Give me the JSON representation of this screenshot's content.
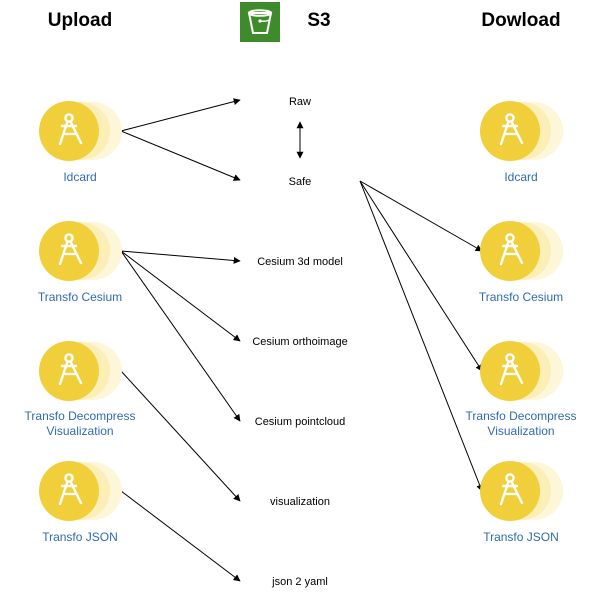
{
  "columns": {
    "upload": "Upload",
    "s3": "S3",
    "download": "Dowload"
  },
  "upload_nodes": [
    "Idcard",
    "Transfo Cesium",
    "Transfo Decompress Visualization",
    "Transfo JSON"
  ],
  "download_nodes": [
    "Idcard",
    "Transfo Cesium",
    "Transfo Decompress Visualization",
    "Transfo JSON"
  ],
  "s3_targets": [
    "Raw",
    "Safe",
    "Cesium 3d model",
    "Cesium orthoimage",
    "Cesium pointcloud",
    "visualization",
    "json 2 yaml"
  ],
  "label_lines": {
    "upload_decompress_1": "Transfo Decompress",
    "upload_decompress_2": "Visualization",
    "download_decompress_1": "Transfo Decompress",
    "download_decompress_2": "Visualization"
  },
  "colors": {
    "node_fill": "#f0cf3a",
    "node_shadow": "#fbeeb6",
    "node_shadow_back": "#fdf6d8",
    "label_blue": "#2f6bb3",
    "s3_green": "#3f8b2b"
  },
  "icons": {
    "node_icon": "drafting-compass-icon",
    "s3_logo": "s3-bucket-icon"
  }
}
